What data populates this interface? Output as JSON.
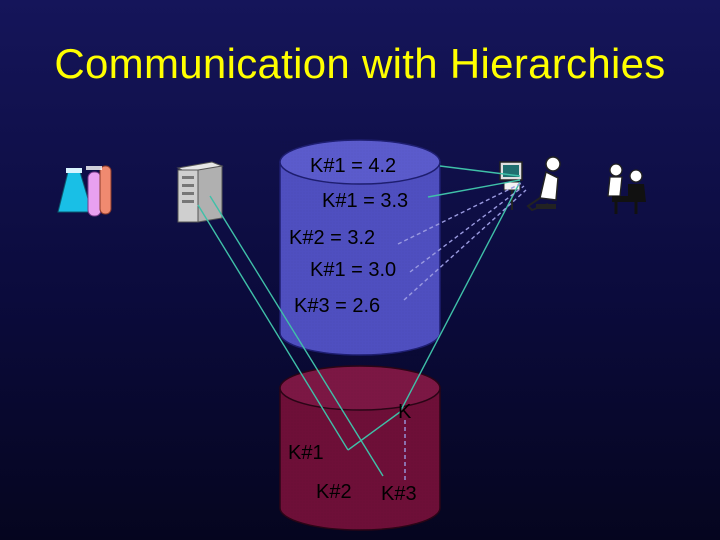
{
  "title": "Communication with Hierarchies",
  "top_cylinder": {
    "labels": [
      "K#1 = 4.2",
      "K#1 = 3.3",
      "K#2 = 3.2",
      "K#1 = 3.0",
      "K#3 = 2.6"
    ]
  },
  "bottom_cylinder": {
    "labels": [
      "K",
      "K#1",
      "K#2",
      "K#3"
    ]
  },
  "colors": {
    "title": "#ffff00",
    "top_cylinder": "#4f4fc0",
    "bottom_cylinder": "#6e0f38",
    "link_line": "#3fc0a8",
    "dashed_line": "#9a9ae0",
    "text": "#000000"
  },
  "icons": [
    "lab-flasks-icon",
    "server-computer-icon",
    "person-at-computer-icon",
    "people-meeting-icon"
  ]
}
